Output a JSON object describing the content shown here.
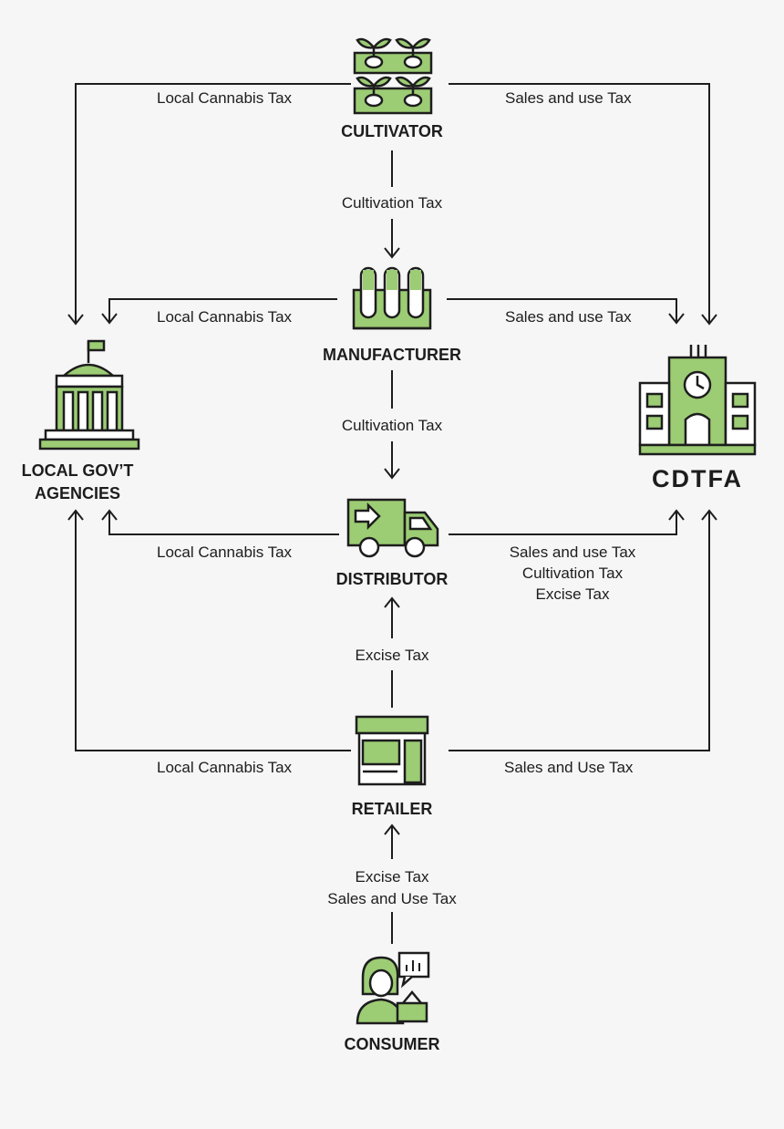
{
  "nodes": {
    "cultivator": "CULTIVATOR",
    "manufacturer": "MANUFACTURER",
    "distributor": "DISTRIBUTOR",
    "retailer": "RETAILER",
    "consumer": "CONSUMER",
    "local_gov_line1": "LOCAL GOV’T",
    "local_gov_line2": "AGENCIES",
    "cdtfa": "CDTFA"
  },
  "edges": {
    "cultivator_local": "Local Cannabis Tax",
    "cultivator_cdtfa": "Sales and use Tax",
    "cultivator_manufacturer": "Cultivation Tax",
    "manufacturer_local": "Local Cannabis Tax",
    "manufacturer_cdtfa": "Sales and use Tax",
    "manufacturer_distributor": "Cultivation Tax",
    "distributor_local": "Local Cannabis Tax",
    "distributor_cdtfa": [
      "Sales and use Tax",
      "Cultivation Tax",
      "Excise Tax"
    ],
    "retailer_distributor": "Excise Tax",
    "retailer_local": "Local Cannabis Tax",
    "retailer_cdtfa": "Sales and Use Tax",
    "consumer_retailer": [
      "Excise Tax",
      "Sales and Use Tax"
    ]
  },
  "colors": {
    "accent": "#9ccc74",
    "stroke": "#1d1d1d",
    "background": "#f6f6f6"
  },
  "icons": {
    "cultivator": "seedling-trays-icon",
    "manufacturer": "test-tubes-icon",
    "distributor": "delivery-truck-icon",
    "retailer": "storefront-icon",
    "consumer": "shopper-with-basket-icon",
    "local_gov": "capitol-building-icon",
    "cdtfa": "clock-tower-building-icon"
  }
}
